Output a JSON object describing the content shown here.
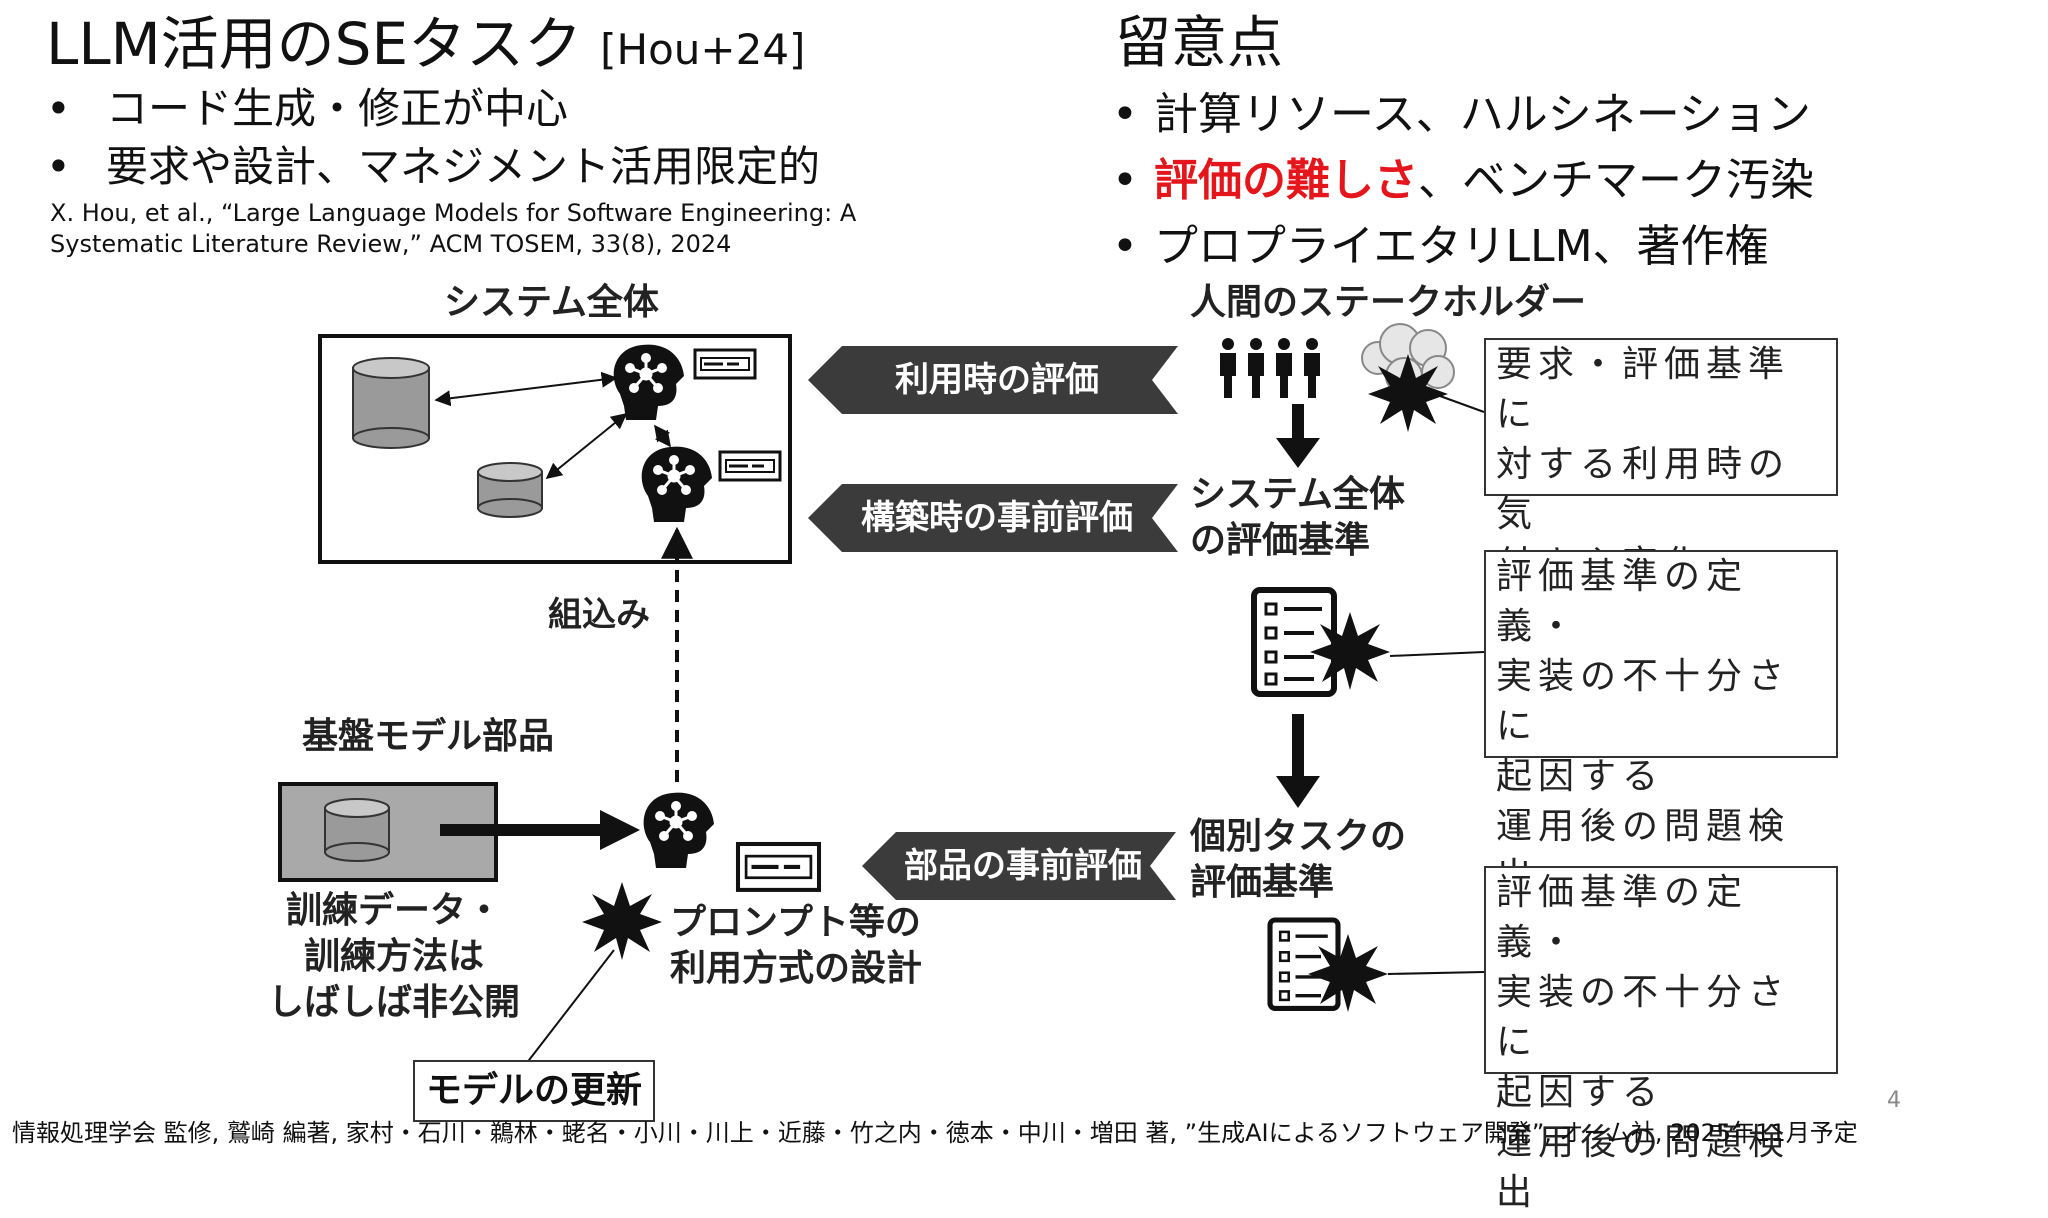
{
  "slide": {
    "title": "LLM活用のSEタスク",
    "title_ref": "[Hou+24]",
    "bullets": [
      "コード生成・修正が中心",
      "要求や設計、マネジメント活用限定的"
    ],
    "citation_lines": [
      "X. Hou, et al., “Large Language Models for Software Engineering: A",
      "Systematic Literature Review,” ACM TOSEM, 33(8), 2024"
    ],
    "right_title": "留意点",
    "right_bullets": {
      "item1": "計算リソース、ハルシネーション",
      "item2_highlight": "評価の難しさ",
      "item2_rest": "、ベンチマーク汚染",
      "item3": "プロプライエタリLLM、著作権"
    },
    "page_number": "4",
    "footer": "情報処理学会 監修, 鷲崎 編著, 家村・石川・鵜林・蛯名・小川・川上・近藤・竹之内・徳本・中川・増田 著, ”生成AIによるソフトウェア開発”, オーム社, 2025年11月予定"
  },
  "diagram": {
    "system_whole": "システム全体",
    "stakeholders": "人間のステークホルダー",
    "badge_runtime": "利用時の評価",
    "badge_build": "構築時の事前評価",
    "badge_component": "部品の事前評価",
    "system_criteria": [
      "システム全体",
      "の評価基準"
    ],
    "task_criteria": [
      "個別タスクの",
      "評価基準"
    ],
    "embed": "組込み",
    "foundation_parts": "基盤モデル部品",
    "training_note": [
      "訓練データ・",
      "訓練方法は",
      "しばしば非公開"
    ],
    "prompt_design": [
      "プロンプト等の",
      "利用方式の設計"
    ],
    "model_update": "モデルの更新",
    "note_top": [
      "要求・評価基準に",
      "対する利用時の気",
      "付きや変化"
    ],
    "note_mid": [
      "評価基準の定義・",
      "実装の不十分さに",
      "起因する",
      "運用後の問題検出"
    ],
    "note_bot": [
      "評価基準の定義・",
      "実装の不十分さに",
      "起因する",
      "運用後の問題検出"
    ]
  },
  "colors": {
    "badge": "#3b3b3b",
    "highlight": "#e4161b",
    "cylinder": "#9a9a9a",
    "foundation_box": "#a9a9a9"
  }
}
